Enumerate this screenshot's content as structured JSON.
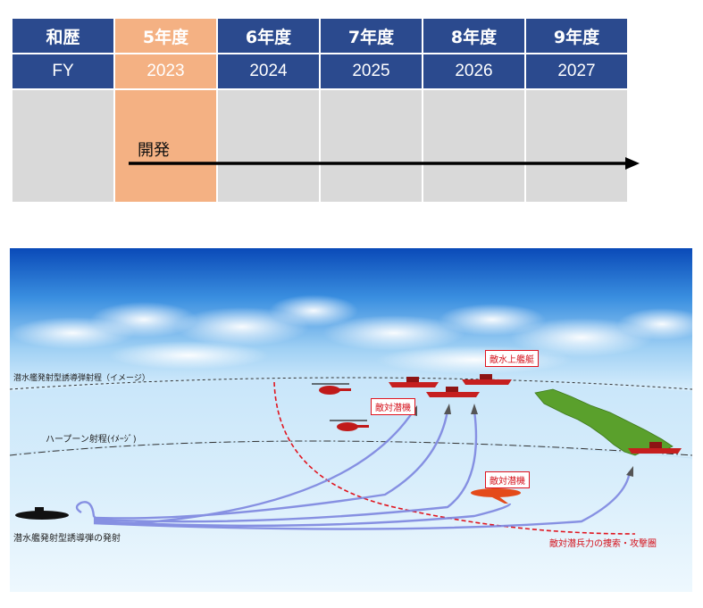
{
  "schedule": {
    "headers": [
      "和歴",
      "5年度",
      "6年度",
      "7年度",
      "8年度",
      "9年度"
    ],
    "fy": [
      "FY",
      "2023",
      "2024",
      "2025",
      "2026",
      "2027"
    ],
    "current_index": 1,
    "development_label": "開発",
    "colors": {
      "header_bg": "#2b4a8e",
      "highlight": "#f4b183",
      "body_bg": "#d9d9d9",
      "arrow": "#000000"
    }
  },
  "illustration": {
    "range_label": "潜水艦発射型誘導弾射程（イメージ）",
    "harpoon_label": "ハープーン射程(ｲﾒｰｼﾞ)",
    "enemy_surface_label": "敵水上艦艇",
    "enemy_asw_aircraft_label": "敵対潜機",
    "enemy_asw_aircraft_label_2": "敵対潜機",
    "launch_label": "潜水艦発射型誘導弾の発射",
    "search_zone_label": "敵対潜兵力の捜索・攻撃圏",
    "colors": {
      "red": "#e0141e",
      "missile_path": "#7d86e0",
      "island": "#5aa02c"
    }
  }
}
